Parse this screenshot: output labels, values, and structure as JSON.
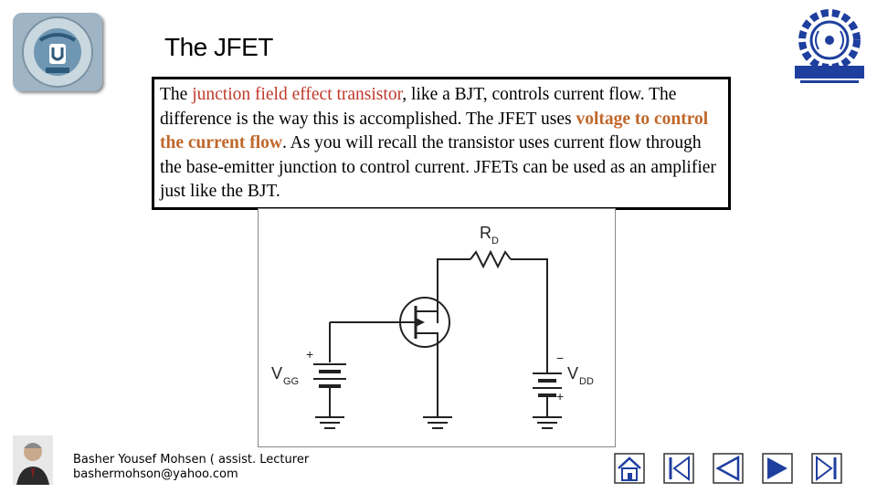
{
  "slide": {
    "title": "The JFET",
    "paragraph": {
      "p1": "The ",
      "hl1": "junction field effect transistor",
      "p2": ", like a BJT, controls current flow. The difference is the way this is accomplished. The JFET uses ",
      "hl2": "voltage to control the current flow",
      "p3": ". As you will recall the transistor uses current flow through the base-emitter junction to control current. JFETs can be used as an amplifier just like the BJT."
    }
  },
  "circuit": {
    "rd_label": "R",
    "rd_sub": "D",
    "vgg_label": "V",
    "vgg_sub": "GG",
    "vdd_label": "V",
    "vdd_sub": "DD",
    "plus": "+",
    "minus": "−"
  },
  "footer": {
    "author_line1": "Basher Yousef Mohsen ( assist. Lecturer",
    "author_line2": "bashermohson@yahoo.com"
  },
  "nav": {
    "items": [
      "home-icon",
      "first-slide-icon",
      "previous-slide-icon",
      "next-slide-icon",
      "last-slide-icon"
    ]
  },
  "colors": {
    "highlight_red": "#c0392b",
    "highlight_orange": "#c0672b",
    "nav_icon": "#1f3f9e"
  }
}
